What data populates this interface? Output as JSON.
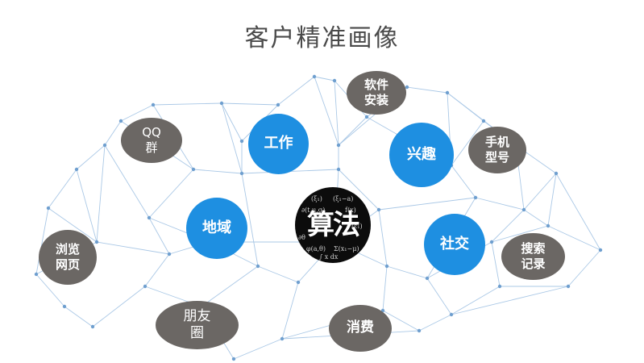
{
  "title": "客户精准画像",
  "center": {
    "label": "算法",
    "formulas": [
      "(ξ₁)",
      "(ξ₁−a)",
      "∂(t,μ,σ)",
      "f(x)",
      "∂θ",
      "φ(a,θ)",
      "Σ(x₁−μ)",
      "(ε₁)",
      "∫ x dx"
    ]
  },
  "blue_nodes": [
    {
      "id": "work",
      "label": "工作"
    },
    {
      "id": "interest",
      "label": "兴趣"
    },
    {
      "id": "region",
      "label": "地域"
    },
    {
      "id": "social",
      "label": "社交"
    }
  ],
  "gray_nodes": [
    {
      "id": "software",
      "lines": [
        "软件",
        "安装"
      ]
    },
    {
      "id": "qq",
      "lines": [
        "QQ",
        "群"
      ]
    },
    {
      "id": "phone",
      "lines": [
        "手机",
        "型号"
      ]
    },
    {
      "id": "browse",
      "lines": [
        "浏览",
        "网页"
      ]
    },
    {
      "id": "search",
      "lines": [
        "搜索",
        "记录"
      ]
    },
    {
      "id": "friends",
      "lines": [
        "朋友",
        "圈"
      ]
    },
    {
      "id": "consume",
      "lines": [
        "消费"
      ]
    }
  ],
  "colors": {
    "blue": "#1e8fe1",
    "gray": "#6b6764",
    "network_line": "#aac8e6",
    "network_dot": "#6f9fcf",
    "title": "#4a4a4a"
  }
}
